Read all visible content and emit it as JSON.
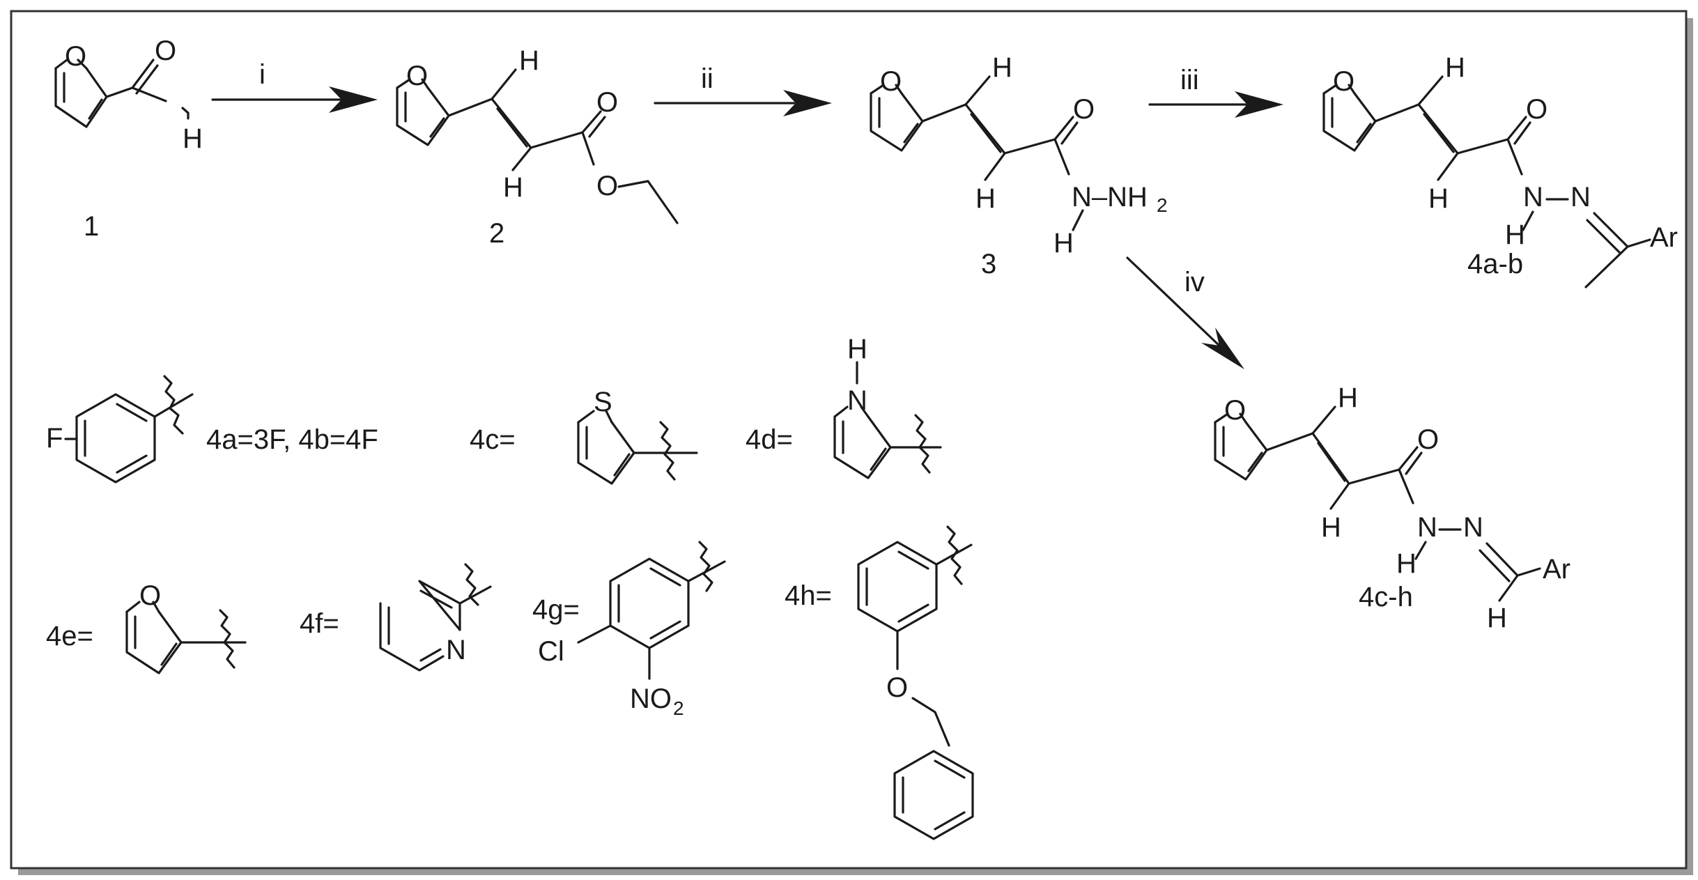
{
  "steps": [
    "i",
    "ii",
    "iii",
    "iv"
  ],
  "compounds": {
    "c1": "1",
    "c2": "2",
    "c3": "3",
    "c4ab": "4a-b",
    "c4ch": "4c-h"
  },
  "atoms": {
    "O": "O",
    "H": "H",
    "N": "N",
    "S": "S",
    "F": "F",
    "Cl": "Cl",
    "Ar": "Ar",
    "NH": "N–NH",
    "two": "2",
    "NO": "NO"
  },
  "substituents": {
    "s4ab": "4a=3F, 4b=4F",
    "s4c": "4c=",
    "s4d": "4d=",
    "s4e": "4e=",
    "s4f": "4f=",
    "s4g": "4g=",
    "s4h": "4h="
  },
  "colors": {
    "ink": "#1a1a1a",
    "frame": "#333333",
    "shadow": "#9a9a9a"
  }
}
